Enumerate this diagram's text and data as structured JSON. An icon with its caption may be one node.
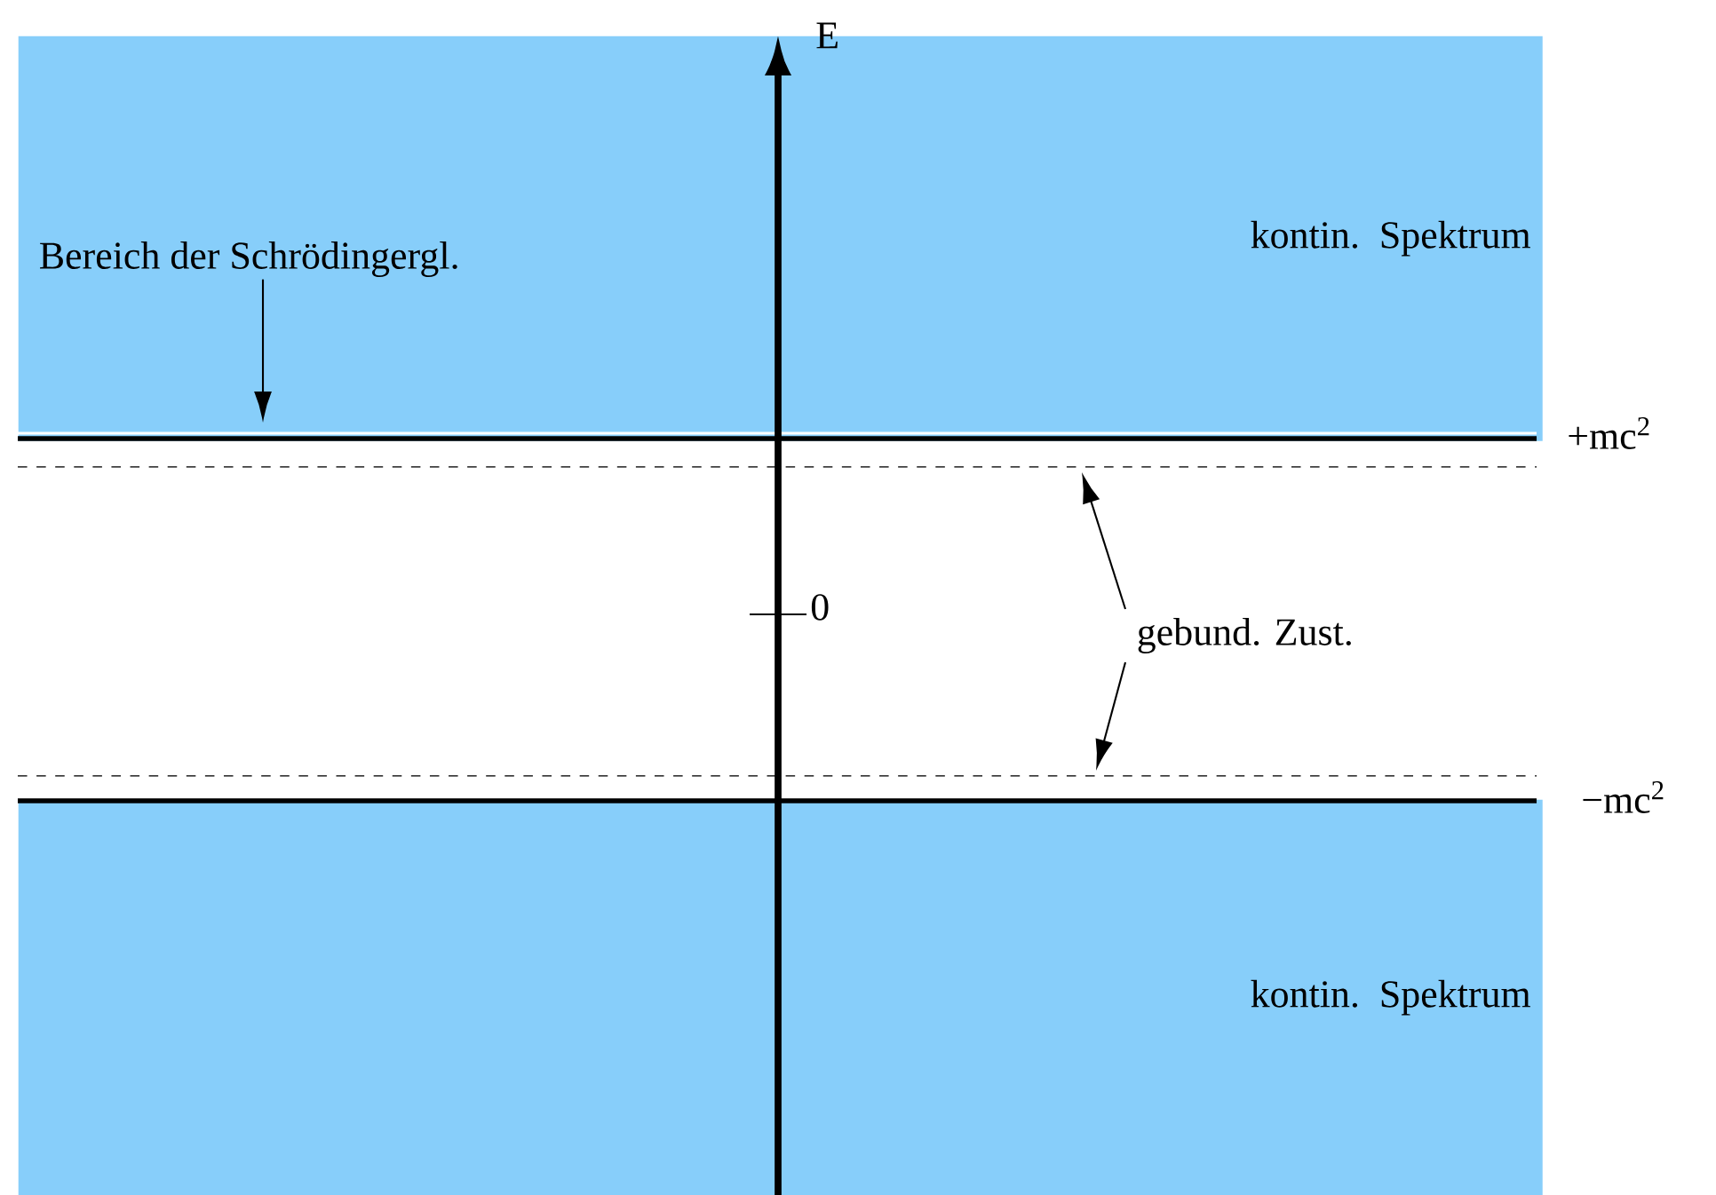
{
  "diagram": {
    "nodes": [
      {
        "text": [
          "kontin. Spektrum"
        ]
      },
      {
        "text": [
          "Bereich der Schrödingergl."
        ],
        "in": 0
      },
      {
        "text": [
          "kontin. Spektrum"
        ]
      },
      {
        "text": [
          "gebund. Zust."
        ]
      }
    ],
    "edges": [
      {
        "from": 1,
        "to": null,
        "arrow": "to"
      },
      {
        "from": 3,
        "to": null,
        "arrow": "to"
      },
      {
        "from": 3,
        "to": null,
        "arrow": "to"
      }
    ],
    "labels": [
      "E",
      "0",
      "+mc$^{2}$",
      "−mc$^{2}$"
    ]
  }
}
